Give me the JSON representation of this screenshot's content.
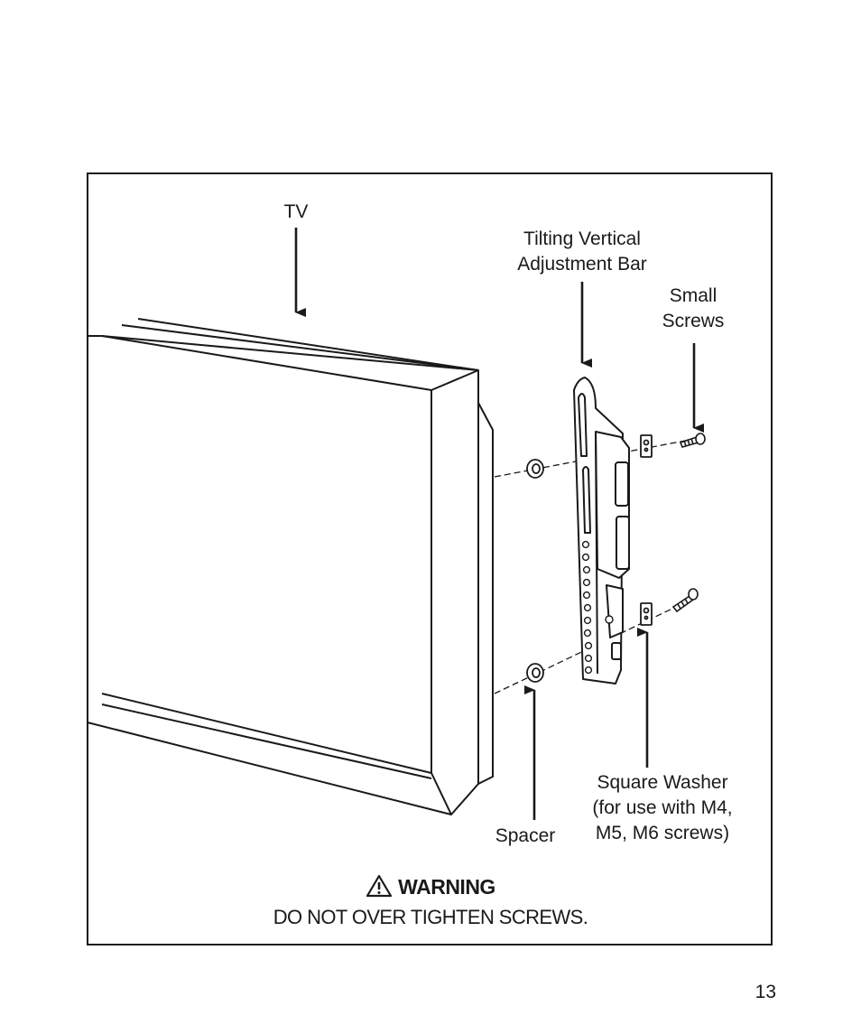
{
  "labels": {
    "tv": "TV",
    "bar_line1": "Tilting Vertical",
    "bar_line2": "Adjustment Bar",
    "screws_line1": "Small",
    "screws_line2": "Screws",
    "spacer": "Spacer",
    "washer_line1": "Square Washer",
    "washer_line2": "(for use with M4,",
    "washer_line3": "M5, M6 screws)"
  },
  "warning": {
    "icon": "warning-triangle-icon",
    "title": "WARNING",
    "text": "DO NOT OVER TIGHTEN SCREWS."
  },
  "page_number": "13",
  "colors": {
    "ink": "#1a1a1a",
    "background": "#ffffff"
  }
}
